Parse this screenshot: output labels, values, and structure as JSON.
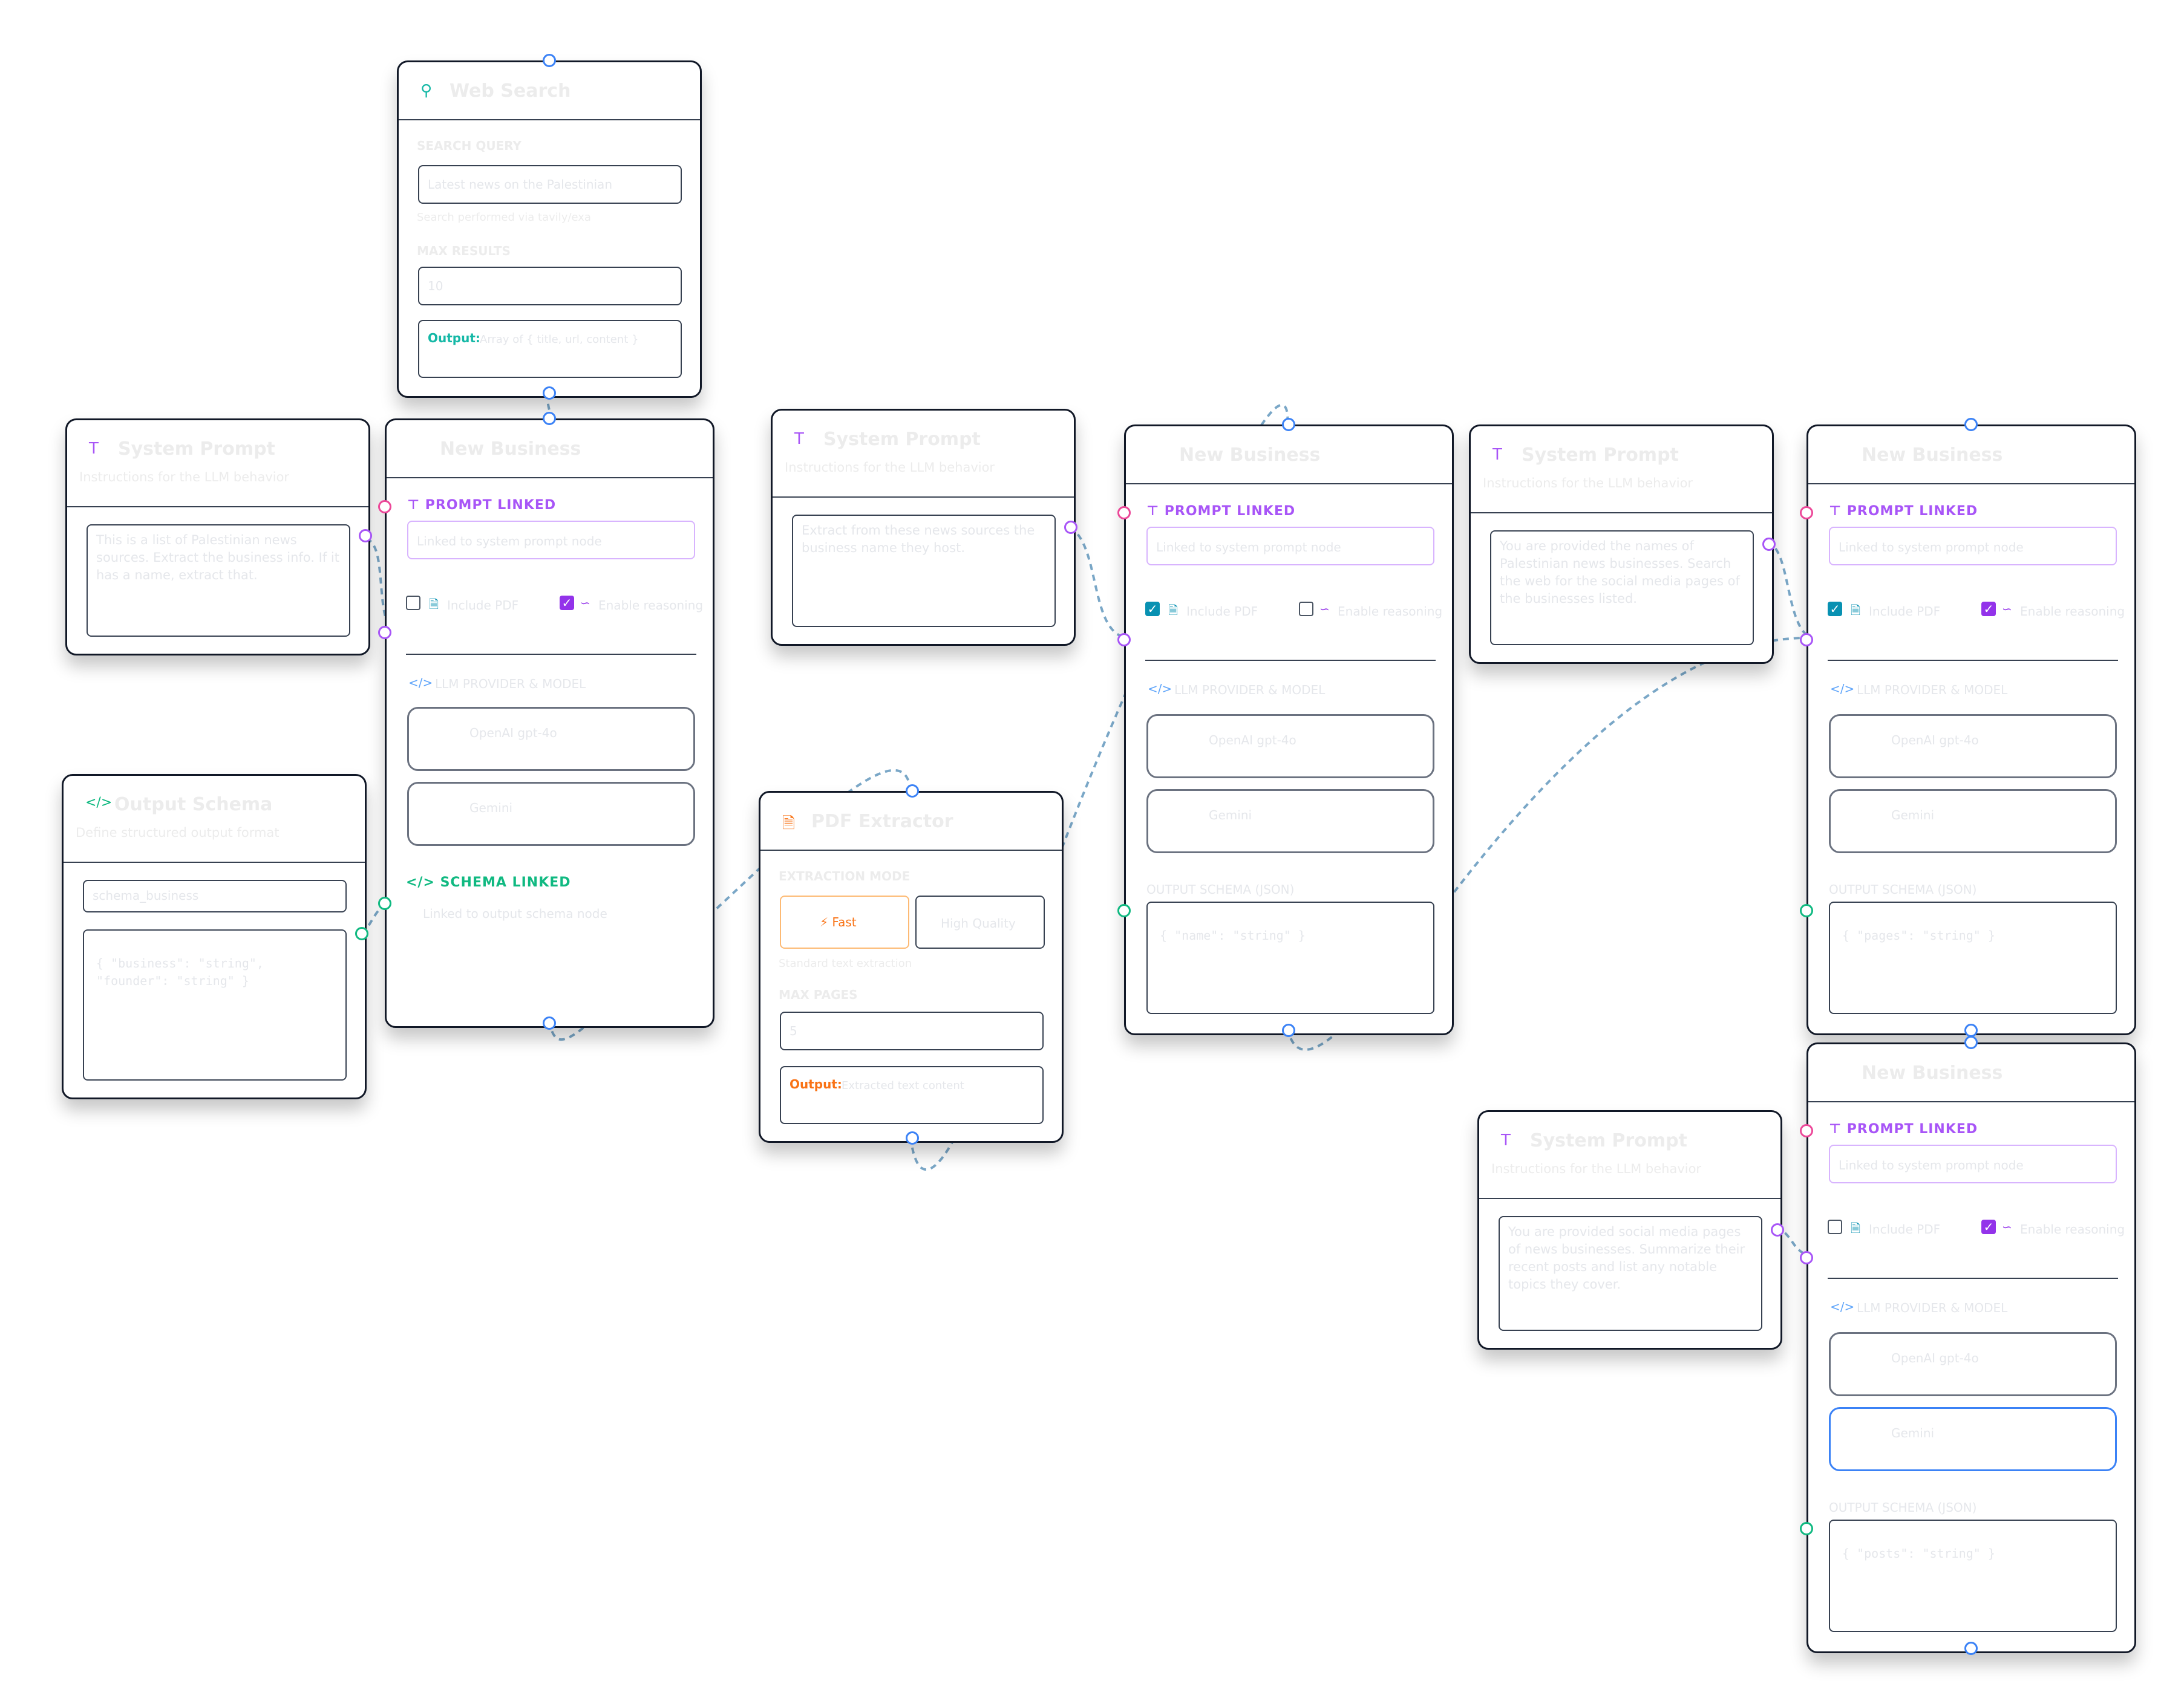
{
  "colors": {
    "edge": "#7aa7c7",
    "prompt": "#a855f7",
    "schema": "#10b981",
    "search": "#14b8a6",
    "extract": "#f97316",
    "handle_blue": "#3b82f6",
    "handle_pink": "#ec4899",
    "cyan_check": "#0891b2"
  },
  "web_search": {
    "title": "Web Search",
    "icon": "search-icon",
    "query_label": "SEARCH QUERY",
    "query_value": "Latest news on the Palestinian",
    "query_hint": "Search performed via tavily/exa",
    "max_label": "MAX RESULTS",
    "max_value": "10",
    "output_label": "Output:",
    "output_text": "Array of { title, url, content }"
  },
  "system_prompts": [
    {
      "title": "System Prompt",
      "icon": "type-icon",
      "subtitle": "Instructions for the LLM behavior",
      "text": "This is a list of Palestinian news sources. Extract the business info. If it has a name, extract that."
    },
    {
      "title": "System Prompt",
      "icon": "type-icon",
      "subtitle": "Instructions for the LLM behavior",
      "text": "Extract from these news sources the business name they host."
    },
    {
      "title": "System Prompt",
      "icon": "type-icon",
      "subtitle": "Instructions for the LLM behavior",
      "text": "You are provided the names of Palestinian news businesses. Search the web for the social media pages of the businesses listed."
    },
    {
      "title": "System Prompt",
      "icon": "type-icon",
      "subtitle": "Instructions for the LLM behavior",
      "text": "You are provided social media pages of news businesses. Summarize their recent posts and list any notable topics they cover."
    }
  ],
  "output_schema": {
    "title": "Output Schema",
    "icon": "code-icon",
    "subtitle": "Define structured output format",
    "name_placeholder": "schema_business",
    "json_text": "{ \"business\": \"string\", \"founder\": \"string\" }"
  },
  "pdf_extract": {
    "title": "PDF Extractor",
    "icon": "file-icon",
    "mode_label": "EXTRACTION MODE",
    "fast_label": "Fast",
    "fast_icon": "bolt-icon",
    "deep_label": "High Quality",
    "mode_hint": "Standard text extraction",
    "pages_label": "MAX PAGES",
    "pages_value": "5",
    "output_label": "Output:",
    "output_text": "Extracted text content"
  },
  "llm_nodes": [
    {
      "title": "New Business",
      "prompt_linked": "PROMPT LINKED",
      "prompt_field": "Linked to system prompt node",
      "pdf_label": "Include PDF",
      "reason_label": "Enable reasoning",
      "pdf_checked": false,
      "reason_checked": true,
      "provider_label": "LLM PROVIDER & MODEL",
      "opt1": "OpenAI gpt-4o",
      "opt2": "Gemini",
      "schema_label": "SCHEMA LINKED",
      "schema_hint": "Linked to output schema node"
    },
    {
      "title": "New Business",
      "prompt_linked": "PROMPT LINKED",
      "prompt_field": "Linked to system prompt node",
      "pdf_label": "Include PDF",
      "reason_label": "Enable reasoning",
      "pdf_checked": true,
      "reason_checked": false,
      "provider_label": "LLM PROVIDER & MODEL",
      "opt1": "OpenAI gpt-4o",
      "opt2": "Gemini",
      "schema_label": "OUTPUT SCHEMA (JSON)",
      "json_text": "{ \"name\": \"string\" }"
    },
    {
      "title": "New Business",
      "prompt_linked": "PROMPT LINKED",
      "prompt_field": "Linked to system prompt node",
      "pdf_label": "Include PDF",
      "reason_label": "Enable reasoning",
      "pdf_checked": true,
      "reason_checked": true,
      "provider_label": "LLM PROVIDER & MODEL",
      "opt1": "OpenAI gpt-4o",
      "opt2": "Gemini",
      "schema_label": "OUTPUT SCHEMA (JSON)",
      "json_text": "{ \"pages\": \"string\" }"
    },
    {
      "title": "New Business",
      "prompt_linked": "PROMPT LINKED",
      "prompt_field": "Linked to system prompt node",
      "pdf_label": "Include PDF",
      "reason_label": "Enable reasoning",
      "pdf_checked": false,
      "reason_checked": true,
      "provider_label": "LLM PROVIDER & MODEL",
      "opt1": "OpenAI gpt-4o",
      "opt2": "Gemini",
      "schema_label": "OUTPUT SCHEMA (JSON)",
      "json_text": "{ \"posts\": \"string\" }"
    }
  ]
}
